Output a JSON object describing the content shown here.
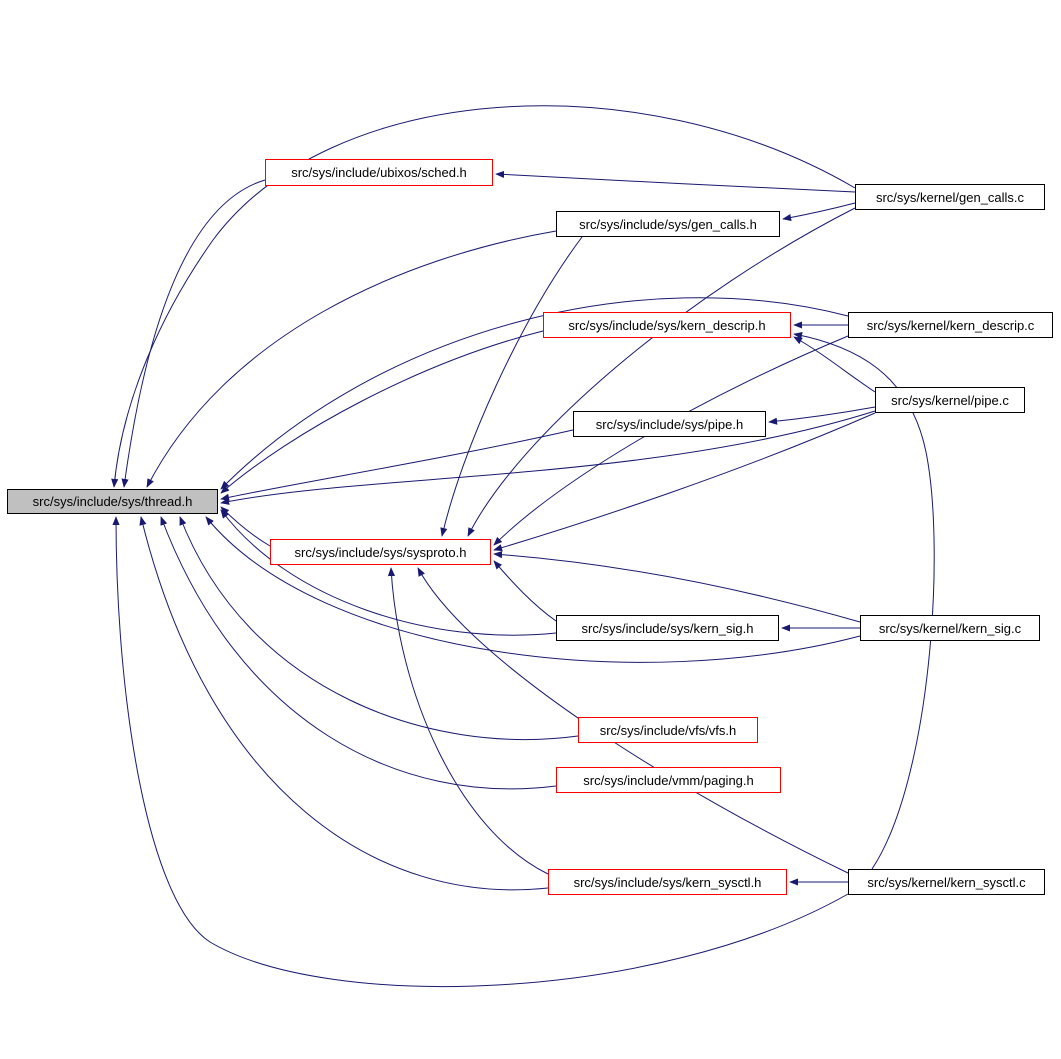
{
  "graph": {
    "description": "Doxygen reverse include dependency graph for src/sys/include/sys/thread.h",
    "colors": {
      "background": "#ffffff",
      "edge": "#191970",
      "node_border": "#000000",
      "highlight_border": "#ff0000",
      "main_node_fill": "#c0c0c0",
      "node_fill": "#ffffff",
      "text": "#000000"
    },
    "nodes": [
      {
        "id": "thread-h",
        "label": "src/sys/include/sys/thread.h",
        "style": "main"
      },
      {
        "id": "sched-h",
        "label": "src/sys/include/ubixos/sched.h",
        "style": "highlight"
      },
      {
        "id": "gen-calls-h",
        "label": "src/sys/include/sys/gen_calls.h",
        "style": "default"
      },
      {
        "id": "gen-calls-c",
        "label": "src/sys/kernel/gen_calls.c",
        "style": "default"
      },
      {
        "id": "kern-descrip-h",
        "label": "src/sys/include/sys/kern_descrip.h",
        "style": "highlight"
      },
      {
        "id": "kern-descrip-c",
        "label": "src/sys/kernel/kern_descrip.c",
        "style": "default"
      },
      {
        "id": "pipe-c",
        "label": "src/sys/kernel/pipe.c",
        "style": "default"
      },
      {
        "id": "pipe-h",
        "label": "src/sys/include/sys/pipe.h",
        "style": "default"
      },
      {
        "id": "sysproto-h",
        "label": "src/sys/include/sys/sysproto.h",
        "style": "highlight"
      },
      {
        "id": "kern-sig-h",
        "label": "src/sys/include/sys/kern_sig.h",
        "style": "default"
      },
      {
        "id": "kern-sig-c",
        "label": "src/sys/kernel/kern_sig.c",
        "style": "default"
      },
      {
        "id": "vfs-h",
        "label": "src/sys/include/vfs/vfs.h",
        "style": "highlight"
      },
      {
        "id": "paging-h",
        "label": "src/sys/include/vmm/paging.h",
        "style": "highlight"
      },
      {
        "id": "kern-sysctl-h",
        "label": "src/sys/include/sys/kern_sysctl.h",
        "style": "highlight"
      },
      {
        "id": "kern-sysctl-c",
        "label": "src/sys/kernel/kern_sysctl.c",
        "style": "default"
      }
    ],
    "edges": [
      {
        "from": "sched-h",
        "to": "thread-h"
      },
      {
        "from": "gen-calls-h",
        "to": "thread-h"
      },
      {
        "from": "gen-calls-c",
        "to": "thread-h"
      },
      {
        "from": "kern-descrip-h",
        "to": "thread-h"
      },
      {
        "from": "kern-descrip-c",
        "to": "thread-h"
      },
      {
        "from": "pipe-h",
        "to": "thread-h"
      },
      {
        "from": "pipe-c",
        "to": "thread-h"
      },
      {
        "from": "sysproto-h",
        "to": "thread-h"
      },
      {
        "from": "kern-sig-h",
        "to": "thread-h"
      },
      {
        "from": "kern-sig-c",
        "to": "thread-h"
      },
      {
        "from": "vfs-h",
        "to": "thread-h"
      },
      {
        "from": "paging-h",
        "to": "thread-h"
      },
      {
        "from": "kern-sysctl-h",
        "to": "thread-h"
      },
      {
        "from": "kern-sysctl-c",
        "to": "thread-h"
      },
      {
        "from": "gen-calls-c",
        "to": "sched-h"
      },
      {
        "from": "gen-calls-c",
        "to": "gen-calls-h"
      },
      {
        "from": "kern-descrip-c",
        "to": "kern-descrip-h"
      },
      {
        "from": "pipe-c",
        "to": "kern-descrip-h"
      },
      {
        "from": "kern-sysctl-c",
        "to": "kern-descrip-h"
      },
      {
        "from": "pipe-c",
        "to": "pipe-h"
      },
      {
        "from": "gen-calls-h",
        "to": "sysproto-h"
      },
      {
        "from": "gen-calls-c",
        "to": "sysproto-h"
      },
      {
        "from": "kern-descrip-c",
        "to": "sysproto-h"
      },
      {
        "from": "pipe-c",
        "to": "sysproto-h"
      },
      {
        "from": "kern-sig-h",
        "to": "sysproto-h"
      },
      {
        "from": "kern-sig-c",
        "to": "sysproto-h"
      },
      {
        "from": "kern-sysctl-h",
        "to": "sysproto-h"
      },
      {
        "from": "kern-sysctl-c",
        "to": "sysproto-h"
      },
      {
        "from": "kern-sig-c",
        "to": "kern-sig-h"
      },
      {
        "from": "kern-sysctl-c",
        "to": "kern-sysctl-h"
      }
    ]
  }
}
